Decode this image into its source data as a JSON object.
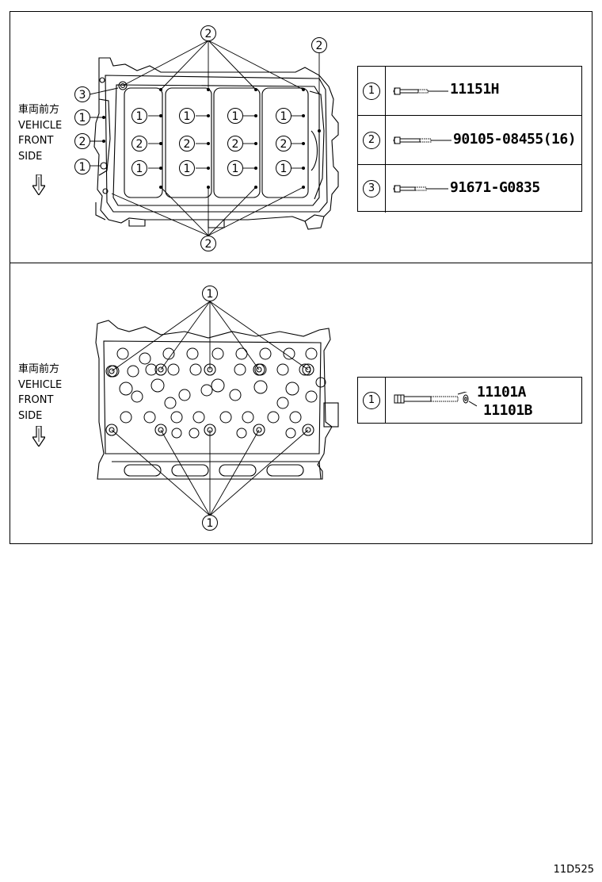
{
  "front_label": {
    "japanese": "車両前方",
    "line1": "VEHICLE",
    "line2": "FRONT",
    "line3": "SIDE"
  },
  "top_panel": {
    "callout_one": "1",
    "callout_two": "2",
    "callout_three": "3",
    "parts": [
      {
        "index": "1",
        "part_number": "11151H"
      },
      {
        "index": "2",
        "part_number": "90105-08455(16)"
      },
      {
        "index": "3",
        "part_number": "91671-G0835"
      }
    ]
  },
  "bottom_panel": {
    "callout_one": "1",
    "parts": [
      {
        "index": "1",
        "part_number_a": "11101A",
        "part_number_b": "11101B"
      }
    ]
  },
  "figure_code": "11D525"
}
